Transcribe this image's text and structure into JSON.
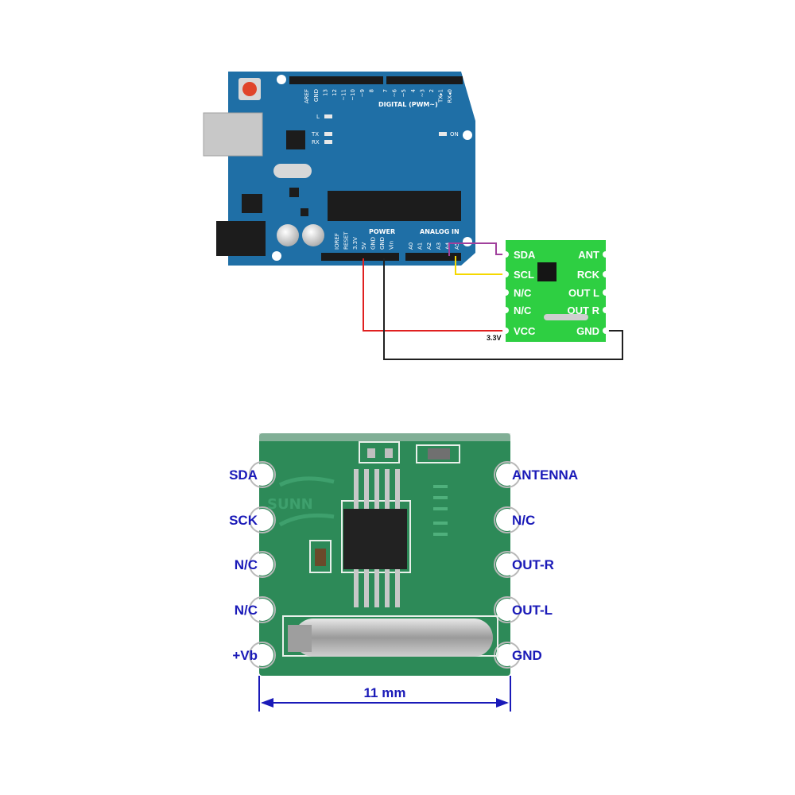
{
  "arduino": {
    "digital_header_label": "DIGITAL (PWM~)",
    "digital_pins": [
      "AREF",
      "GND",
      "13",
      "12",
      "~11",
      "~10",
      "~9",
      "8",
      "7",
      "~6",
      "~5",
      "4",
      "~3",
      "2",
      "TX▸1",
      "RX◂0"
    ],
    "led_l": "L",
    "led_tx": "TX",
    "led_rx": "RX",
    "led_on": "ON",
    "power_label": "POWER",
    "power_pins": [
      "IOREF",
      "RESET",
      "3.3V",
      "5V",
      "GND",
      "GND",
      "Vin"
    ],
    "analog_label": "ANALOG IN",
    "analog_pins": [
      "A0",
      "A1",
      "A2",
      "A3",
      "A4",
      "A5"
    ]
  },
  "module": {
    "left_pins": [
      "SDA",
      "SCL",
      "N/C",
      "N/C",
      "VCC"
    ],
    "right_pins": [
      "ANT",
      "RCK",
      "OUT L",
      "OUT R",
      "GND"
    ],
    "supply_note": "3.3V"
  },
  "wires": {
    "sda_color": "#a0409c",
    "scl_color": "#f5d800",
    "vcc_color": "#e02020",
    "gnd_color": "#202020"
  },
  "photo": {
    "left_labels": [
      "SDA",
      "SCK",
      "N/C",
      "N/C",
      "+Vb"
    ],
    "right_labels": [
      "ANTENNA",
      "N/C",
      "OUT-R",
      "OUT-L",
      "GND"
    ],
    "silk_text": "SUNN",
    "dimension_label": "11 mm",
    "board_color": "#2d8a58",
    "label_color": "#1a1ab8"
  }
}
